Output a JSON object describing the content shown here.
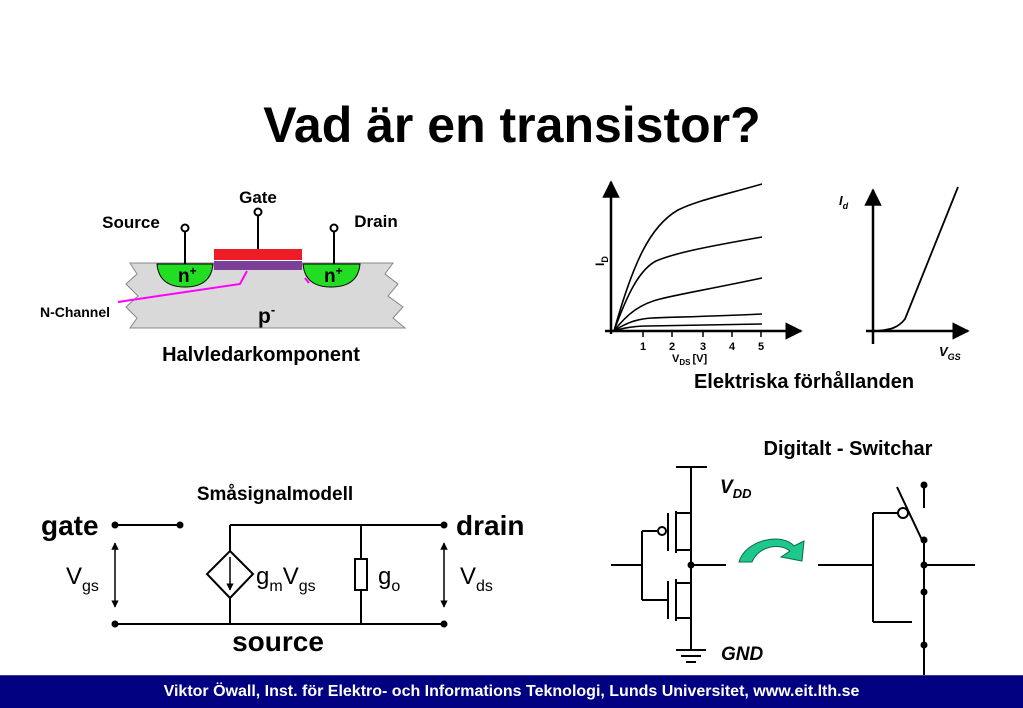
{
  "title": "Vad är en transistor?",
  "mosfet": {
    "gate_label": "Gate",
    "source_label": "Source",
    "drain_label": "Drain",
    "n_plus": "n",
    "plus_sup": "+",
    "p_label": "p",
    "minus_sup": "-",
    "channel_label": "N-Channel",
    "caption": "Halvledarkomponent"
  },
  "graphs": {
    "id_label": "I",
    "id_sub": "D",
    "vds_label": "V",
    "vds_sub": "DS",
    "vds_unit": "[V]",
    "x_ticks": [
      "1",
      "2",
      "3",
      "4",
      "5"
    ],
    "id2_label": "I",
    "id2_sub": "d",
    "vgs_label": "V",
    "vgs_sub": "GS",
    "caption": "Elektriska förhållanden"
  },
  "small_signal": {
    "title": "Småsignalmodell",
    "gate": "gate",
    "drain": "drain",
    "source": "source",
    "vgs_v": "V",
    "vgs_sub": "gs",
    "gm_g": "g",
    "gm_sub": "m",
    "gm_v": "V",
    "gm_vsub": "gs",
    "go_g": "g",
    "go_sub": "o",
    "vds_v": "V",
    "vds_sub": "ds"
  },
  "digital": {
    "title": "Digitalt - Switchar",
    "vdd": "V",
    "vdd_sub": "DD",
    "gnd": "GND"
  },
  "colors": {
    "gate_red": "#ee1c24",
    "oxide_purple": "#7b3f98",
    "n_green": "#22dd22",
    "magenta": "#ff00ff",
    "substrate": "#d9d9d9",
    "arrow_green": "#1ec88c",
    "footer_bg": "#000080"
  },
  "footer": "Viktor Öwall, Inst. för Elektro- och Informations Teknologi, Lunds Universitet, www.eit.lth.se"
}
